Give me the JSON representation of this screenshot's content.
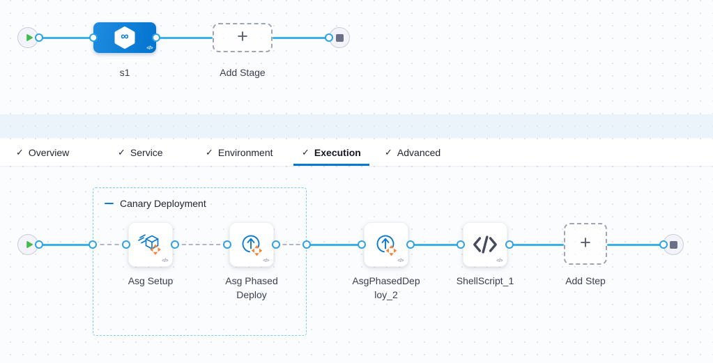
{
  "colors": {
    "accent_blue": "#0278d5",
    "flow_line_blue": "#3cb0e8",
    "group_border_blue": "#7dcbee",
    "connector_gray": "#b0b4c4",
    "play_green": "#42bb4e",
    "stop_gray": "#6b6f88",
    "step_orange": "#fb8032",
    "label_text": "#3a3d4d"
  },
  "stage_pipeline": {
    "stage_name": "s1",
    "add_stage_label": "Add Stage"
  },
  "tab_bar": {
    "tabs": [
      {
        "label": "Overview",
        "checked": true,
        "active": false
      },
      {
        "label": "Service",
        "checked": true,
        "active": false
      },
      {
        "label": "Environment",
        "checked": true,
        "active": false
      },
      {
        "label": "Execution",
        "checked": true,
        "active": true
      },
      {
        "label": "Advanced",
        "checked": true,
        "active": false
      }
    ]
  },
  "execution_pipeline": {
    "group_label": "Canary Deployment",
    "steps": [
      {
        "name": "Asg Setup",
        "icon": "asg-setup-icon"
      },
      {
        "name": "Asg Phased Deploy",
        "icon": "asg-phased-deploy-icon"
      },
      {
        "name": "AsgPhasedDeploy_2",
        "icon": "asg-phased-deploy-icon"
      },
      {
        "name": "ShellScript_1",
        "icon": "shell-script-icon"
      }
    ],
    "add_step_label": "Add Step"
  },
  "symbols": {
    "plus": "+",
    "code_badge": "</>",
    "check": "✓",
    "infinity": "∞",
    "collapse_minus": "−"
  }
}
